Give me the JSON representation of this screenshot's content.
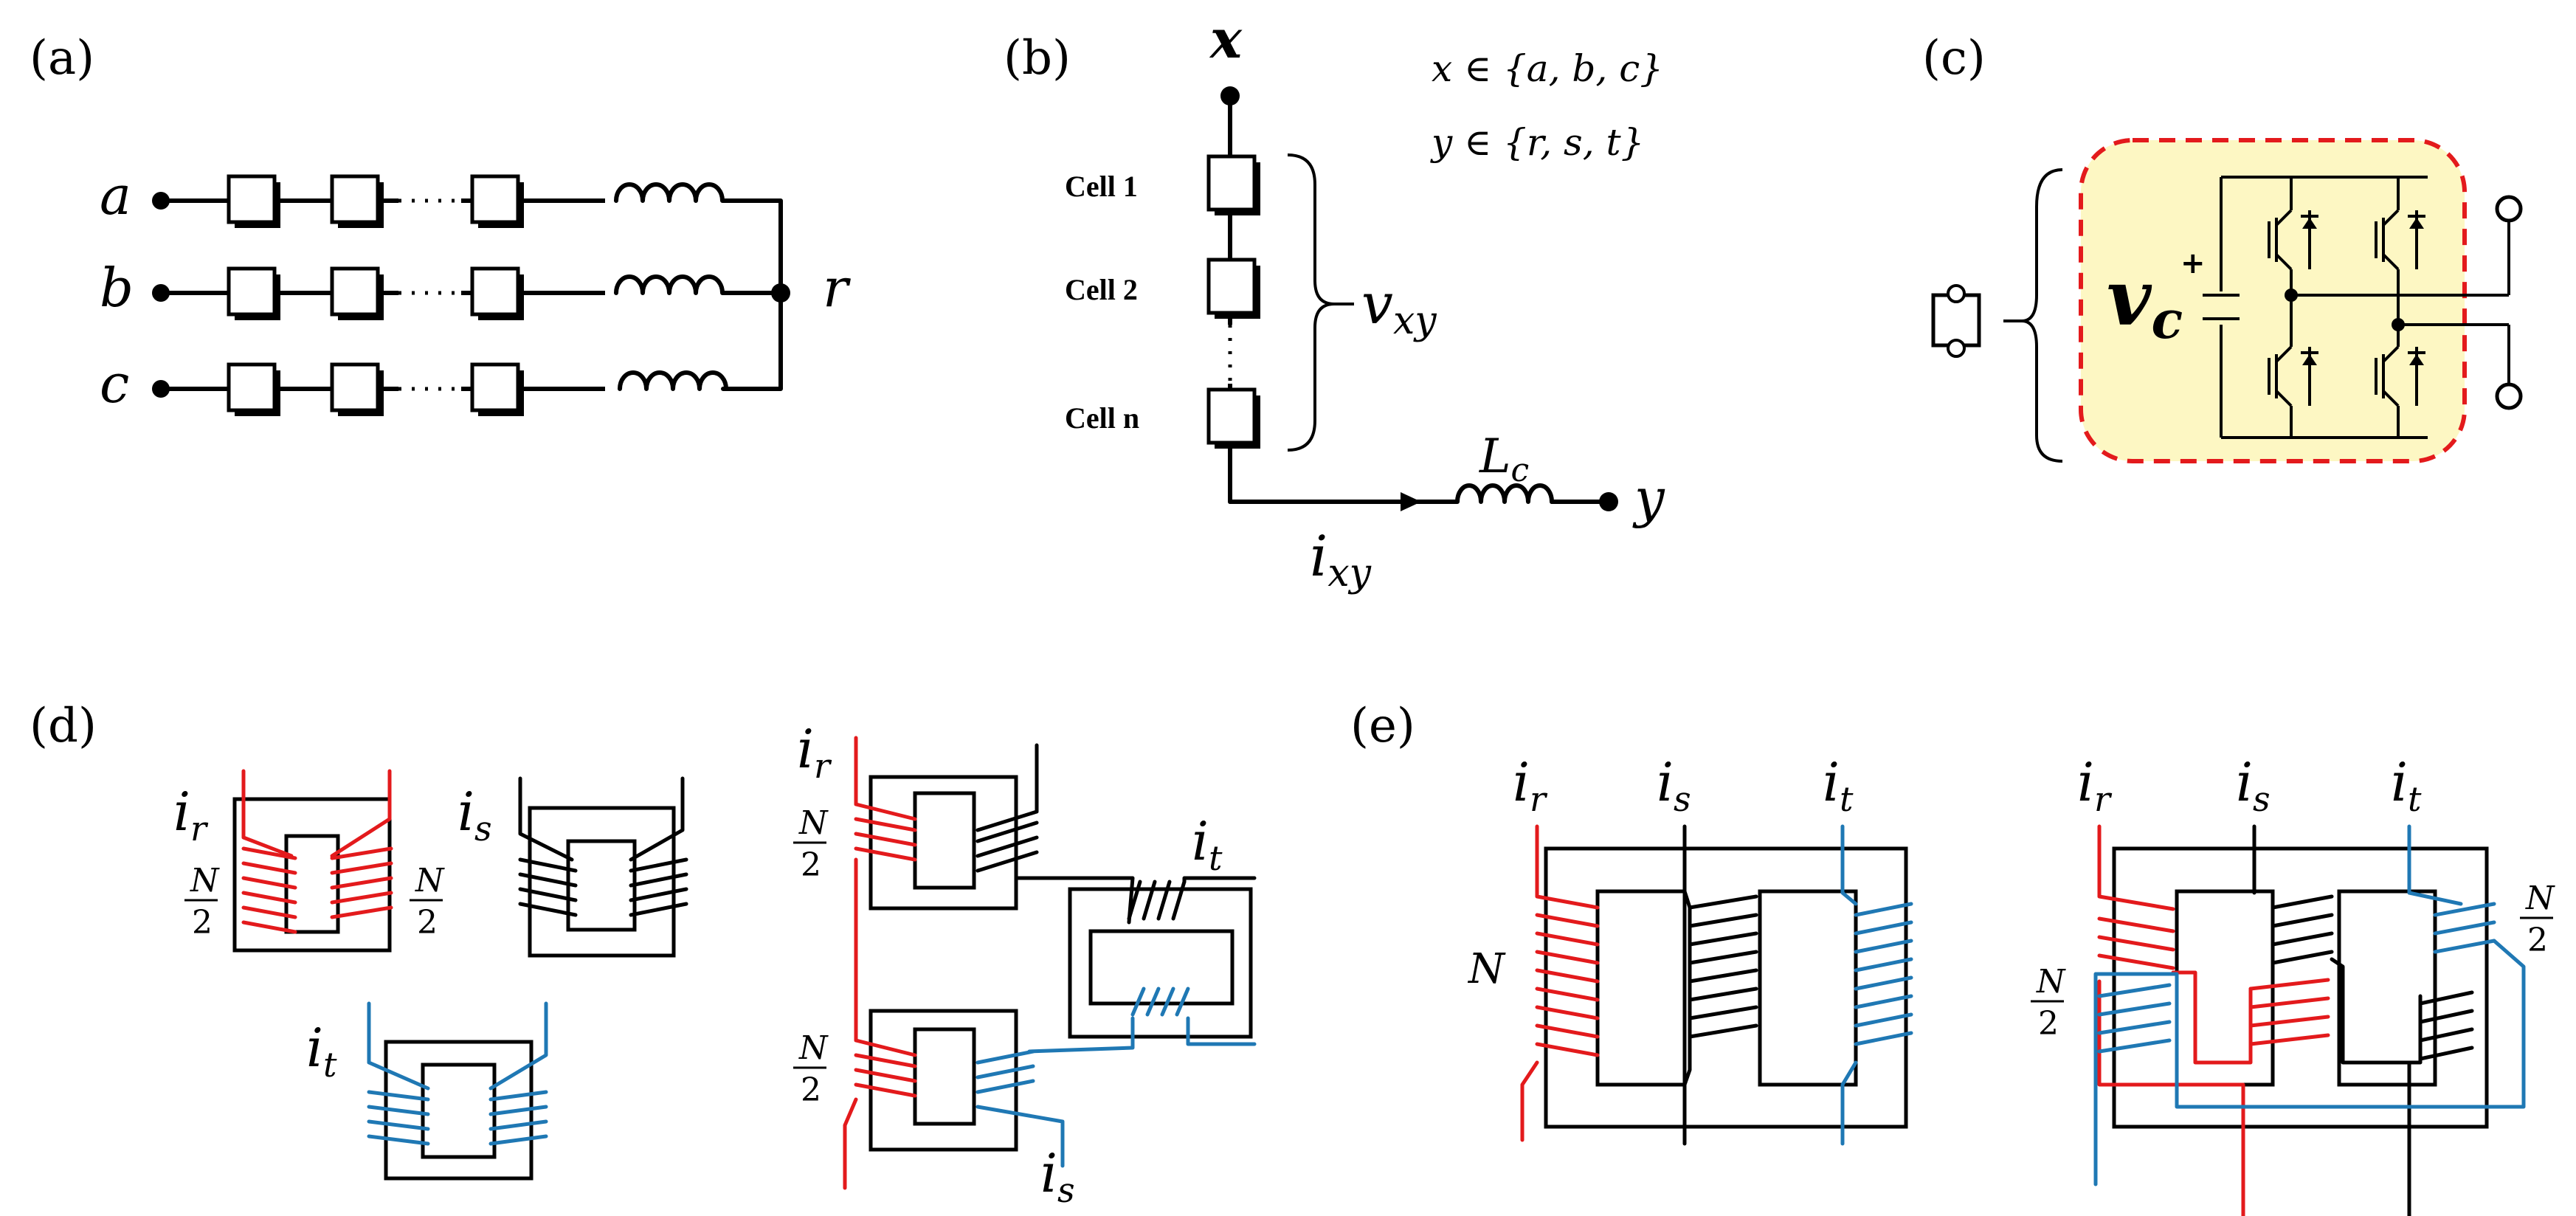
{
  "panels": {
    "a": {
      "tag": "(a)",
      "inputs": [
        "a",
        "b",
        "c"
      ],
      "node": "r"
    },
    "b": {
      "tag": "(b)",
      "top_node": "x",
      "cells": [
        "Cell 1",
        "Cell 2",
        "Cell n"
      ],
      "voltage": "v",
      "voltage_sub": "xy",
      "current": "i",
      "current_sub": "xy",
      "inductor": "L",
      "inductor_sub": "c",
      "end_node": "y",
      "set_x": "x ∈ {a, b, c}",
      "set_y": "y ∈ {r, s, t}"
    },
    "c": {
      "tag": "(c)",
      "cap_voltage": "v",
      "cap_voltage_sub": "c",
      "plus": "+"
    },
    "d": {
      "tag": "(d)",
      "ir": "i",
      "ir_sub": "r",
      "is": "i",
      "is_sub": "s",
      "it": "i",
      "it_sub": "t",
      "frac_num": "N",
      "frac_den": "2"
    },
    "e": {
      "tag": "(e)",
      "ir": "i",
      "ir_sub": "r",
      "is": "i",
      "is_sub": "s",
      "it": "i",
      "it_sub": "t",
      "turns": "N",
      "frac_num": "N",
      "frac_den": "2"
    }
  },
  "colors": {
    "phase_r": "#e31a1c",
    "phase_s": "#000000",
    "phase_t": "#1f78b4",
    "module_fill": "#fdf7c3",
    "module_border": "#e31a1c"
  }
}
